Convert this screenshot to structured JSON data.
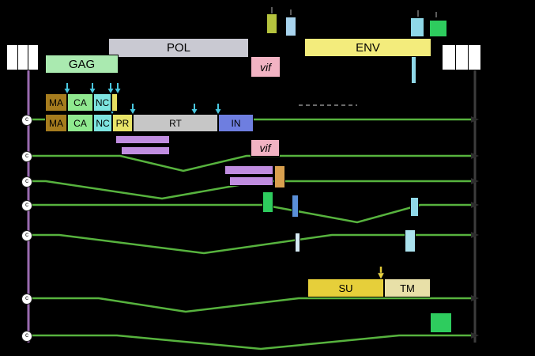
{
  "genome_map": {
    "gag_label": "GAG",
    "pol_label": "POL",
    "vif_label": "vif",
    "env_label": "ENV"
  },
  "protein_rows": {
    "gag_products": {
      "ma": "MA",
      "ca": "CA",
      "nc": "NC"
    },
    "gagpol_products": {
      "ma": "MA",
      "ca": "CA",
      "nc": "NC",
      "pr": "PR",
      "rt": "RT",
      "in": "IN"
    },
    "env_products": {
      "su": "SU",
      "tm": "TM"
    },
    "vif_label": "vif"
  },
  "mrna": {
    "cap_label": "c",
    "transcript_count": 7
  },
  "colors": {
    "gag": "#aaeab0",
    "pol": "#c9c9d2",
    "env": "#f3ec7c",
    "vif": "#f2b3c3",
    "ma": "#a67c1e",
    "ca": "#8fe88f",
    "nc": "#7de4e0",
    "pr": "#e8e468",
    "rt": "#c6c6c6",
    "in": "#6e7ee0",
    "su": "#e6cf3a",
    "tm": "#e8e0a8",
    "mrna_line": "#57b33e",
    "left_rail": "#9a6ab0",
    "right_rail": "#3c3c3c",
    "purple_bar": "#c08de0",
    "accent_green": "#2ecc5e",
    "accent_cyan": "#8fd8e8",
    "accent_orange": "#d9a04f",
    "cleavage_arrow": "#49c8e0",
    "env_cleavage_arrow": "#e8d23c"
  }
}
